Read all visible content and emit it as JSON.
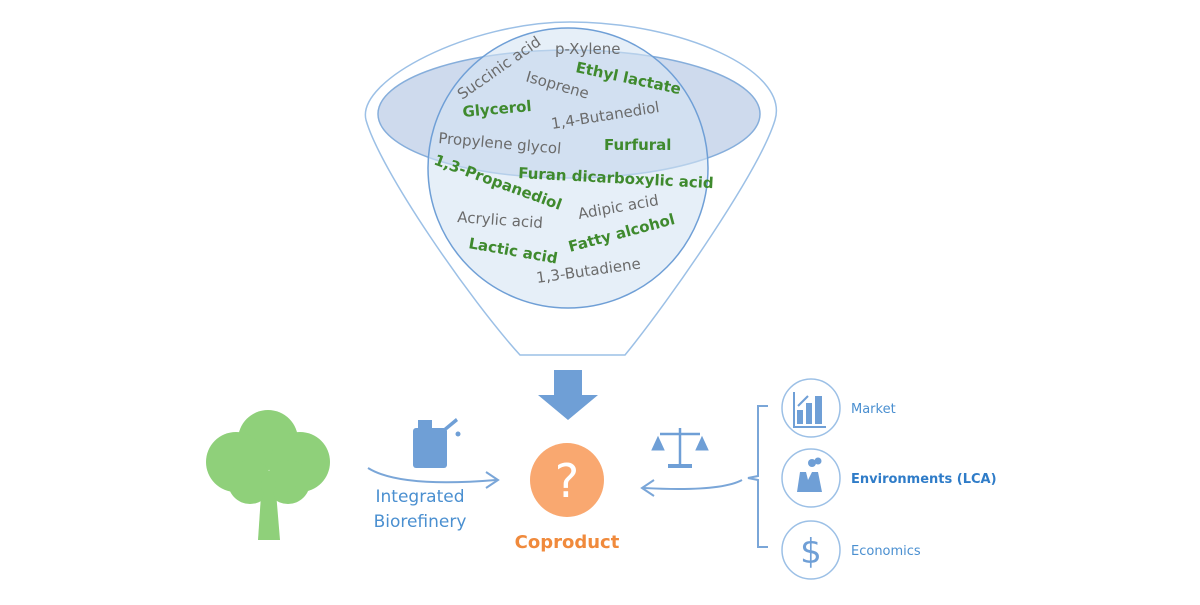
{
  "funnel": {
    "chemicals": [
      {
        "label": "Succinic acid",
        "color": "gray"
      },
      {
        "label": "p-Xylene",
        "color": "gray"
      },
      {
        "label": "Ethyl lactate",
        "color": "green"
      },
      {
        "label": "Isoprene",
        "color": "gray"
      },
      {
        "label": "Glycerol",
        "color": "green"
      },
      {
        "label": "1,4-Butanediol",
        "color": "gray"
      },
      {
        "label": "Propylene glycol",
        "color": "gray"
      },
      {
        "label": "Furfural",
        "color": "green"
      },
      {
        "label": "1,3-Propanediol",
        "color": "green"
      },
      {
        "label": "Furan dicarboxylic acid",
        "color": "green"
      },
      {
        "label": "Acrylic acid",
        "color": "gray"
      },
      {
        "label": "Adipic acid",
        "color": "gray"
      },
      {
        "label": "Lactic acid",
        "color": "green"
      },
      {
        "label": "Fatty alcohol",
        "color": "green"
      },
      {
        "label": "1,3-Butadiene",
        "color": "gray"
      }
    ]
  },
  "center": {
    "symbol": "?",
    "label": "Coproduct"
  },
  "left": {
    "line1": "Integrated",
    "line2": "Biorefinery"
  },
  "criteria": [
    {
      "label": "Market",
      "icon": "bar-chart-icon"
    },
    {
      "label": "Environments (LCA)",
      "icon": "factory-icon"
    },
    {
      "label": "Economics",
      "icon": "dollar-icon"
    }
  ],
  "colors": {
    "blue": "#4a8fd0",
    "green": "#3f8a2e",
    "gray": "#6b6b6b",
    "orange": "#f9a870",
    "tree": "#8fd07a"
  }
}
